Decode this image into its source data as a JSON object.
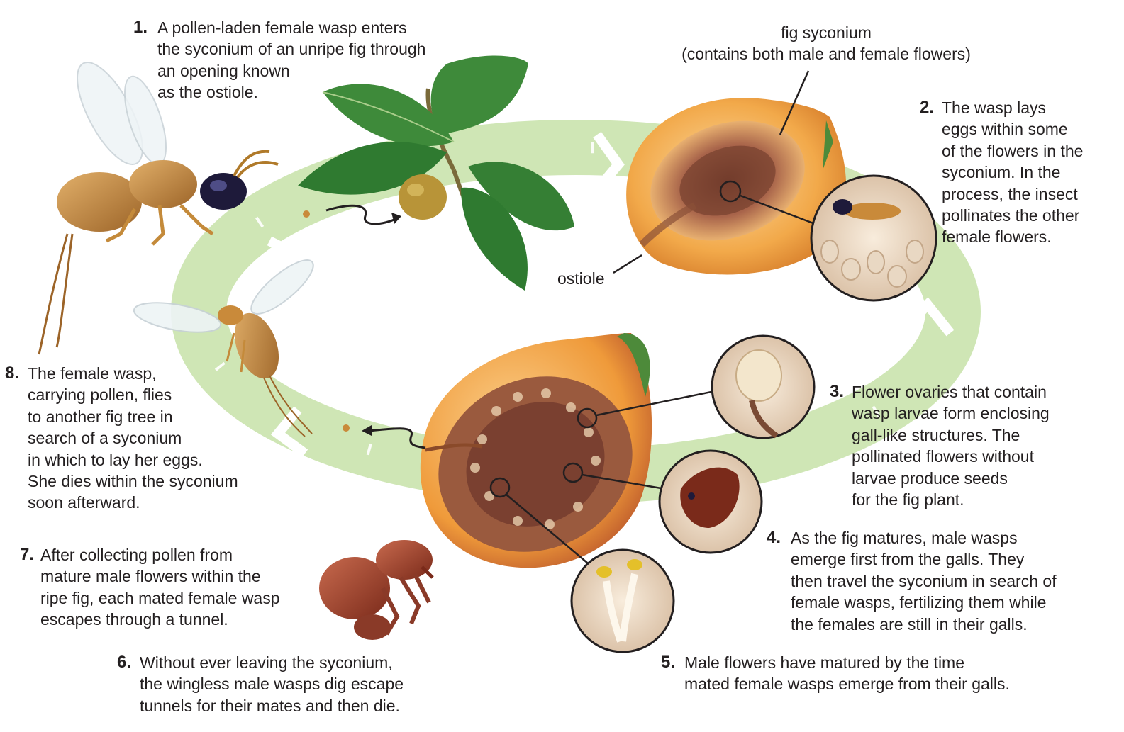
{
  "labels": {
    "fig_syconium": "fig syconium\n(contains both male and female flowers)",
    "ostiole": "ostiole"
  },
  "steps": [
    {
      "number": "1.",
      "text": "A pollen-laden female wasp enters\nthe syconium of an unripe fig through\nan opening known\nas the ostiole."
    },
    {
      "number": "2.",
      "text": "The wasp lays\neggs within some\nof the flowers in the\nsyconium. In the\nprocess, the insect\npollinates the other\nfemale flowers."
    },
    {
      "number": "3.",
      "text": "Flower ovaries that contain\nwasp larvae form enclosing\ngall-like structures. The\npollinated flowers without\nlarvae produce seeds\nfor the fig plant."
    },
    {
      "number": "4.",
      "text": "As the fig matures, male wasps\nemerge first from the galls. They\nthen travel the syconium in search of\nfemale wasps, fertilizing them while\nthe females are still in their galls."
    },
    {
      "number": "5.",
      "text": "Male flowers have matured by the time\nmated female wasps emerge from their galls."
    },
    {
      "number": "6.",
      "text": "Without ever leaving the syconium,\nthe wingless male wasps dig escape\ntunnels for their mates and then die."
    },
    {
      "number": "7.",
      "text": "After collecting pollen from\nmature male flowers within the\nripe fig, each mated female wasp\nescapes through a tunnel."
    },
    {
      "number": "8.",
      "text": "The female wasp,\ncarrying pollen, flies\nto another fig tree in\nsearch of a syconium\nin which to lay her eggs.\nShe dies within the syconium\nsoon afterward."
    }
  ],
  "colors": {
    "cycle_arrow": "#cfe6b5",
    "fig_flesh": "#f2a94a",
    "fig_interior": "#8a5038",
    "leaf": "#3e8a3a",
    "wasp_body": "#c98a3a",
    "male_wasp": "#a8452f"
  }
}
